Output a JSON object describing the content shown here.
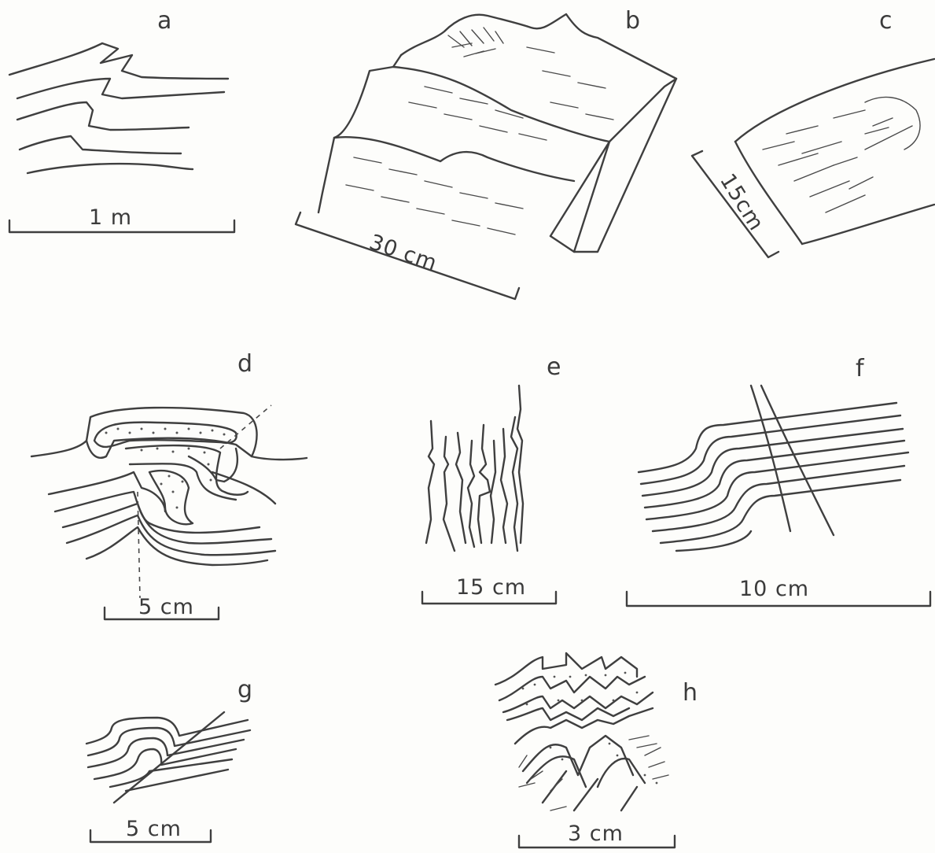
{
  "panels": [
    {
      "id": "a",
      "label": "a",
      "scale": "1 m"
    },
    {
      "id": "b",
      "label": "b",
      "scale": "30 cm"
    },
    {
      "id": "c",
      "label": "c",
      "scale": "15cm"
    },
    {
      "id": "d",
      "label": "d",
      "scale": "5 cm"
    },
    {
      "id": "e",
      "label": "e",
      "scale": "15 cm"
    },
    {
      "id": "f",
      "label": "f",
      "scale": "10 cm"
    },
    {
      "id": "g",
      "label": "g",
      "scale": "5 cm"
    },
    {
      "id": "h",
      "label": "h",
      "scale": "3 cm"
    }
  ],
  "colors": {
    "ink": "#3f3f3f",
    "paper": "#fdfdfb"
  }
}
